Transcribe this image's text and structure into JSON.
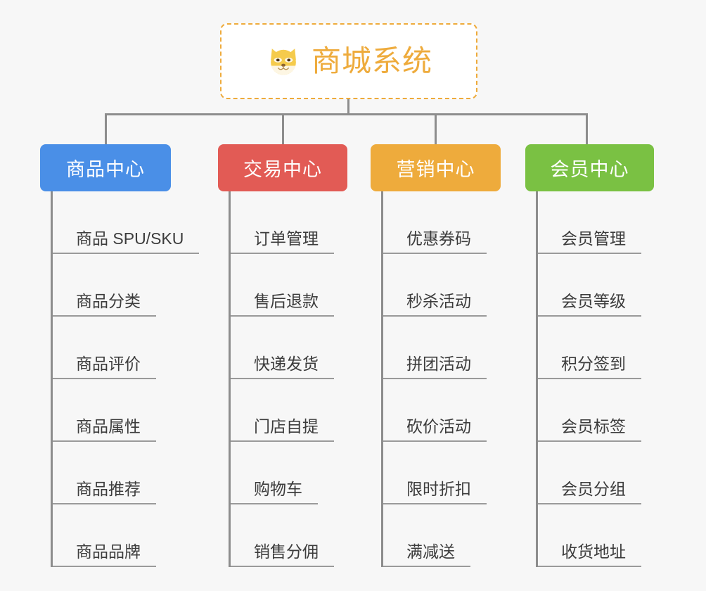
{
  "page": {
    "background_color": "#f7f7f7",
    "line_color": "#8d8d8d",
    "leaf_underline_color": "#9a9a9a",
    "leaf_text_color": "#3c3c3c"
  },
  "root": {
    "title": "商城系统",
    "icon": "shiba-dog-face-icon",
    "accent_color": "#eeab3c",
    "background_color": "#ffffff",
    "border_style": "dashed"
  },
  "branches": [
    {
      "label": "商品中心",
      "color": "#4a8fe7",
      "leaves": [
        "商品 SPU/SKU",
        "商品分类",
        "商品评价",
        "商品属性",
        "商品推荐",
        "商品品牌"
      ]
    },
    {
      "label": "交易中心",
      "color": "#e25b55",
      "leaves": [
        "订单管理",
        "售后退款",
        "快递发货",
        "门店自提",
        "购物车",
        "销售分佣"
      ]
    },
    {
      "label": "营销中心",
      "color": "#eeab3c",
      "leaves": [
        "优惠券码",
        "秒杀活动",
        "拼团活动",
        "砍价活动",
        "限时折扣",
        "满减送"
      ]
    },
    {
      "label": "会员中心",
      "color": "#7ac143",
      "leaves": [
        "会员管理",
        "会员等级",
        "积分签到",
        "会员标签",
        "会员分组",
        "收货地址"
      ]
    }
  ],
  "layout": {
    "branch_x": [
      57,
      310,
      527,
      747
    ],
    "branch_widths": [
      186,
      184,
      185,
      183
    ],
    "leaf_row_height": 89
  }
}
